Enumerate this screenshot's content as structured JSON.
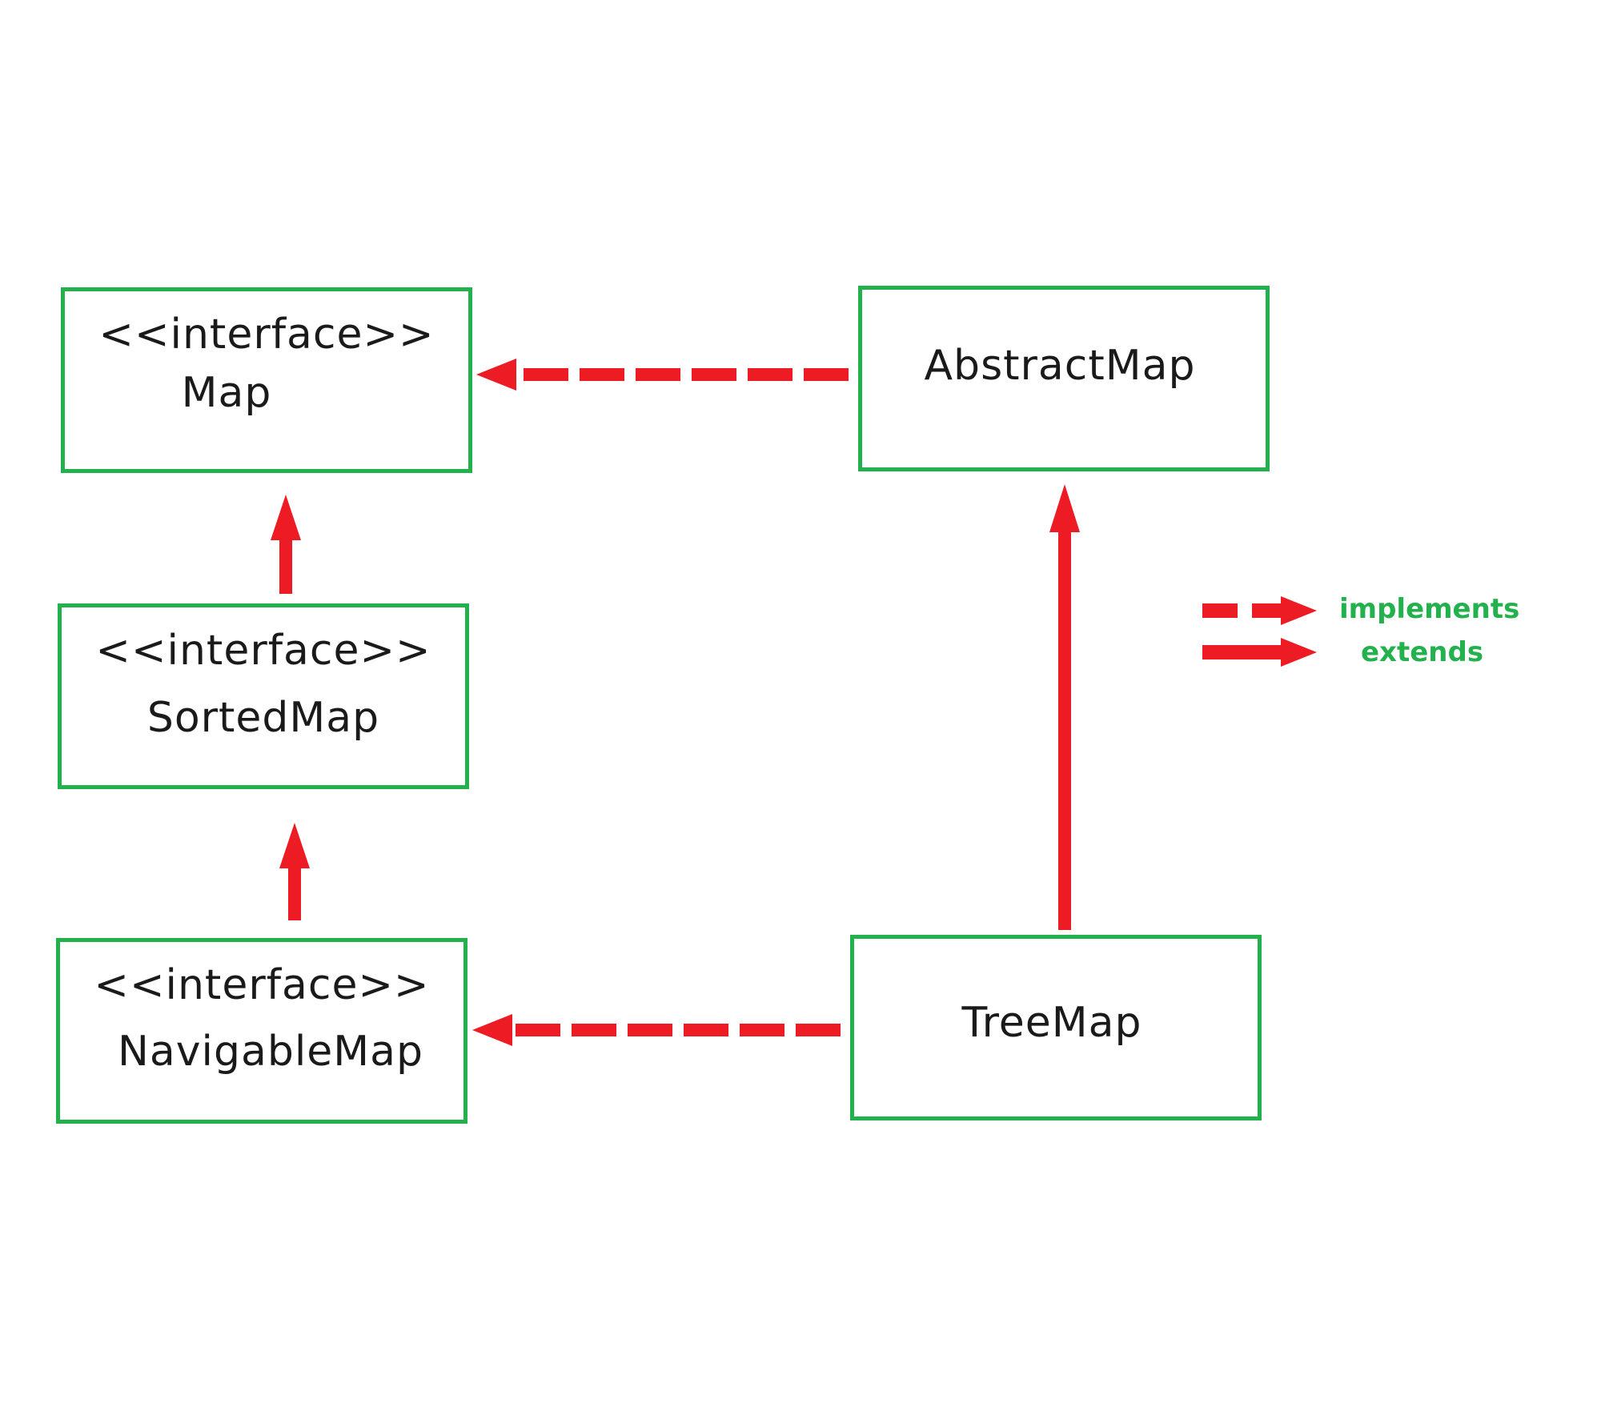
{
  "colors": {
    "box_border": "#22b14c",
    "arrow": "#ed1c24",
    "legend_text": "#22b14c",
    "text": "#1a1a1a"
  },
  "nodes": {
    "map": {
      "stereotype": "<<interface>>",
      "name": "Map"
    },
    "abstract_map": {
      "stereotype": "",
      "name": "AbstractMap"
    },
    "sorted_map": {
      "stereotype": "<<interface>>",
      "name": "SortedMap"
    },
    "navigable_map": {
      "stereotype": "<<interface>>",
      "name": "NavigableMap"
    },
    "tree_map": {
      "stereotype": "",
      "name": "TreeMap"
    }
  },
  "edges": [
    {
      "from": "AbstractMap",
      "to": "Map",
      "kind": "implements",
      "style": "dashed"
    },
    {
      "from": "SortedMap",
      "to": "Map",
      "kind": "extends",
      "style": "solid"
    },
    {
      "from": "NavigableMap",
      "to": "SortedMap",
      "kind": "extends",
      "style": "solid"
    },
    {
      "from": "TreeMap",
      "to": "AbstractMap",
      "kind": "extends",
      "style": "solid"
    },
    {
      "from": "TreeMap",
      "to": "NavigableMap",
      "kind": "implements",
      "style": "dashed"
    }
  ],
  "legend": {
    "implements_label": "implements",
    "extends_label": "extends"
  }
}
